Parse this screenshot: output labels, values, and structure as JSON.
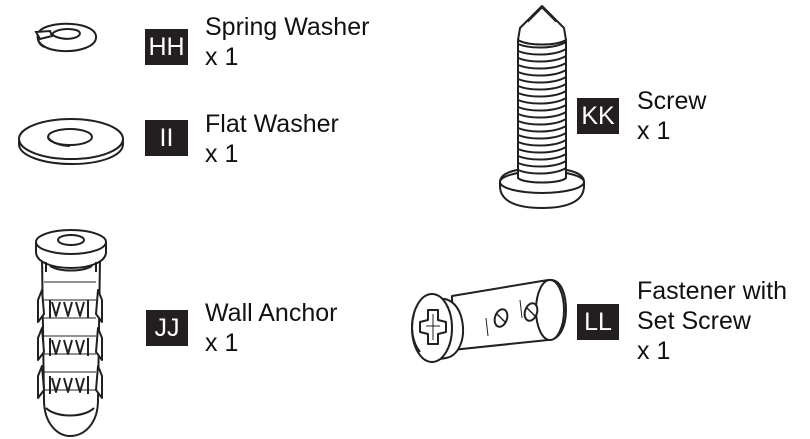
{
  "parts": [
    {
      "code": "HH",
      "name": "Spring Washer",
      "quantity": "x  1",
      "icon": "spring-washer-icon"
    },
    {
      "code": "II",
      "name": "Flat Washer",
      "quantity": "x  1",
      "icon": "flat-washer-icon"
    },
    {
      "code": "JJ",
      "name": "Wall Anchor",
      "quantity": "x  1",
      "icon": "wall-anchor-icon"
    },
    {
      "code": "KK",
      "name": "Screw",
      "quantity": "x  1",
      "icon": "screw-icon"
    },
    {
      "code": "LL",
      "name_line1": "Fastener with",
      "name_line2": "Set Screw",
      "quantity": "x  1",
      "icon": "fastener-icon"
    }
  ],
  "colors": {
    "badge_bg": "#231f20",
    "badge_text": "#ffffff",
    "line": "#231f20",
    "fill": "#ffffff"
  }
}
